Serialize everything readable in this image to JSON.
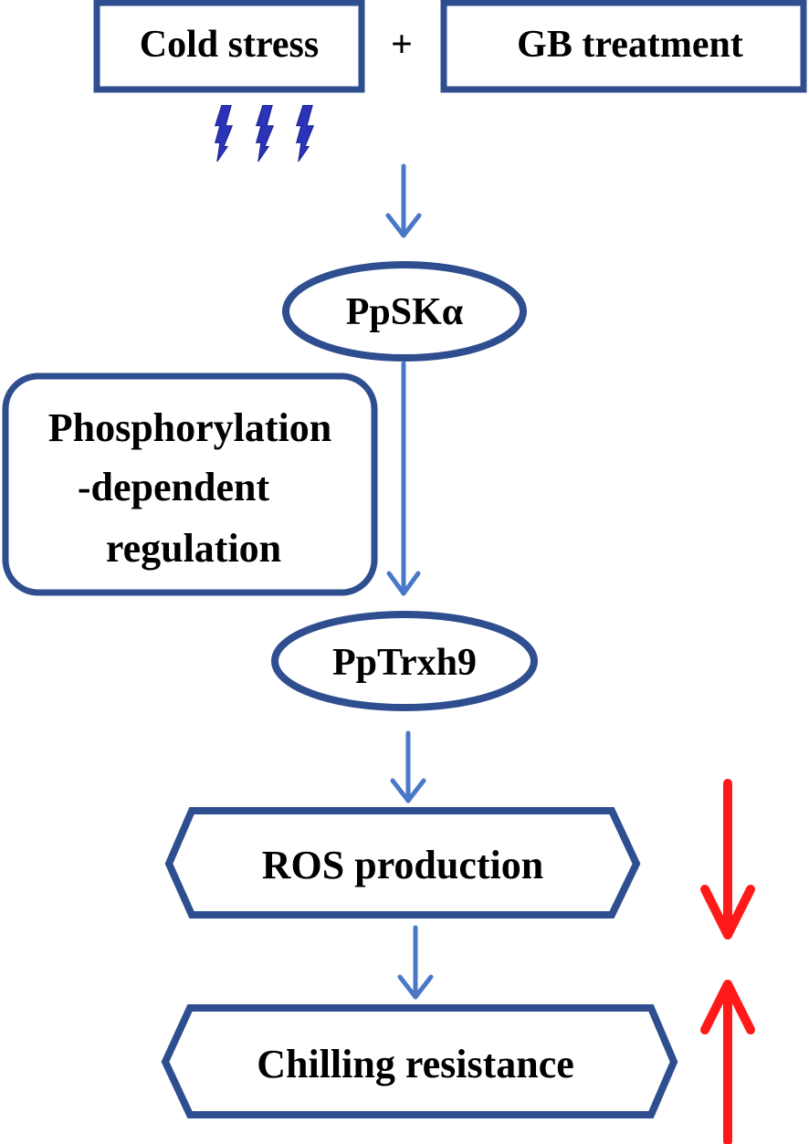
{
  "nodes": {
    "cold_stress": "Cold stress",
    "plus": "+",
    "gb_treatment": "GB treatment",
    "ppska": "PpSKα",
    "phospho": [
      "Phosphorylation",
      "-dependent",
      "regulation"
    ],
    "pptrxh9": "PpTrxh9",
    "ros": "ROS production",
    "chilling": "Chilling resistance"
  },
  "colors": {
    "box_stroke": "#2e4e8f",
    "flow_arrow": "#4a78c8",
    "lightning": "#2b33b8",
    "indicator": "#ff1a1a"
  }
}
